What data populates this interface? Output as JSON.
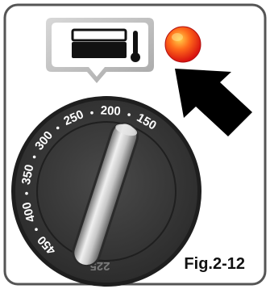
{
  "figure": {
    "label": "Fig.2-12"
  },
  "indicator_icon": {
    "icon": "oven-heat-thermometer-icon"
  },
  "indicator_light": {
    "state": "on",
    "color": "#ee1c1c"
  },
  "arrow": {
    "icon": "pointer-arrow-icon",
    "points_to": "indicator-light",
    "color": "#000000"
  },
  "dial": {
    "type": "temperature-knob",
    "scale_labels": [
      "450",
      "400",
      "350",
      "300",
      "250",
      "200",
      "150"
    ],
    "hidden_label": "225",
    "colors": {
      "body": "#3d3d3d",
      "rim": "#1e1e1e",
      "handle": "#c9c9c9"
    }
  },
  "colors": {
    "frame": "#555555",
    "panel_background": "#ffffff",
    "text": "#111111"
  }
}
